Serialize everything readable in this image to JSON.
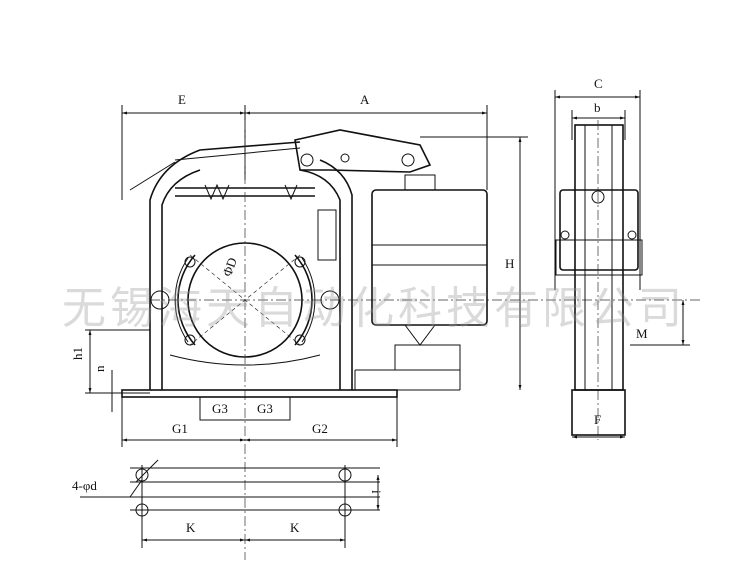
{
  "labels": {
    "E": "E",
    "A": "A",
    "C": "C",
    "b": "b",
    "H": "H",
    "D": "ΦD",
    "h1": "h1",
    "n": "n",
    "G3a": "G3",
    "G3b": "G3",
    "G1": "G1",
    "G2": "G2",
    "M": "M",
    "F": "F",
    "holes": "4-φd",
    "i": "i",
    "K1": "K",
    "K2": "K"
  },
  "watermark": "无锡海天自动化科技有限公司"
}
